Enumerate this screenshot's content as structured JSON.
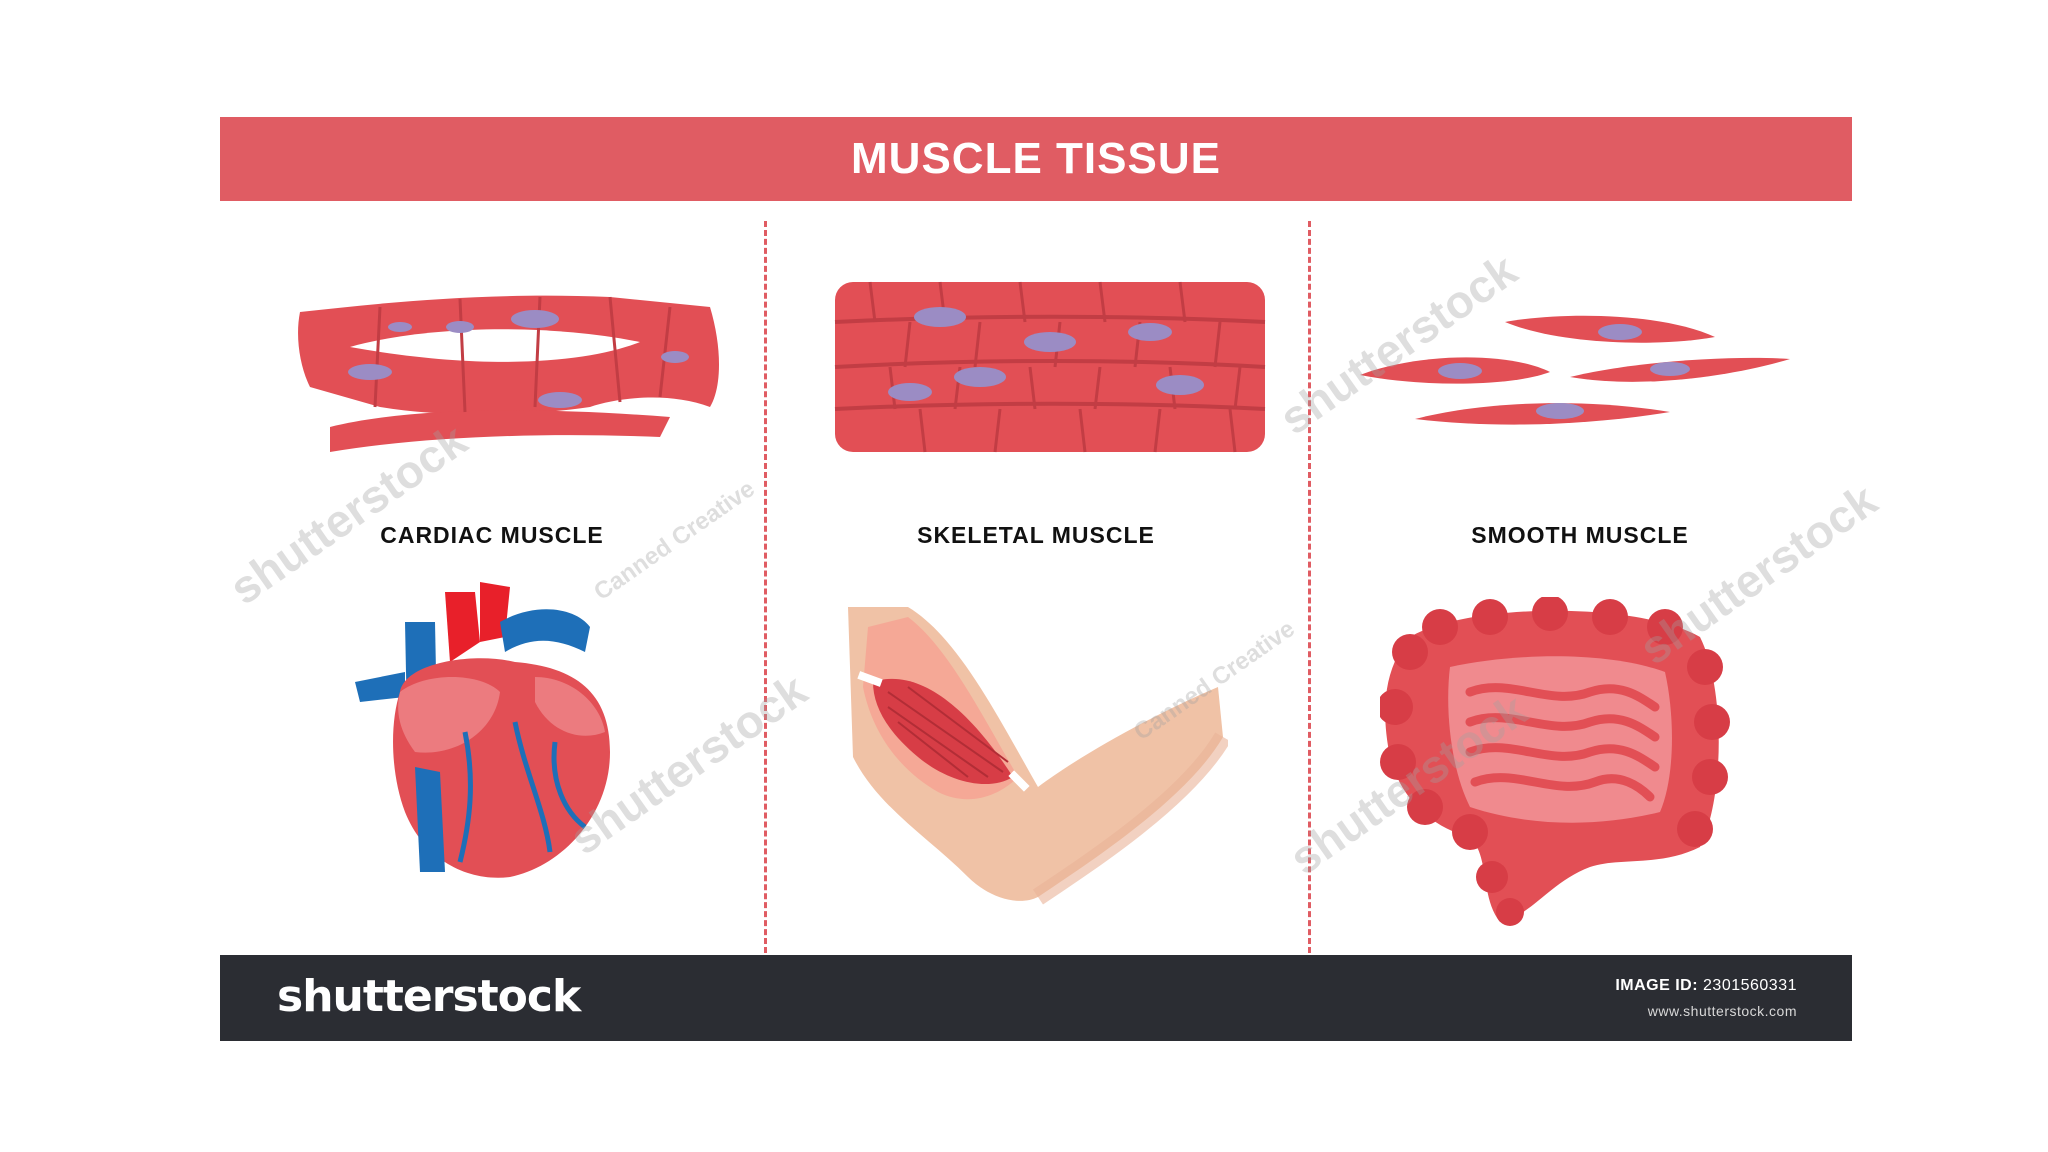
{
  "title": "MUSCLE TISSUE",
  "columns": [
    {
      "label": "CARDIAC MUSCLE",
      "icon": "cardiac-muscle-cells-icon",
      "organ": "heart-icon"
    },
    {
      "label": "SKELETAL MUSCLE",
      "icon": "skeletal-muscle-fibers-icon",
      "organ": "arm-muscle-icon"
    },
    {
      "label": "SMOOTH MUSCLE",
      "icon": "smooth-muscle-cells-icon",
      "organ": "intestine-icon"
    }
  ],
  "footer": {
    "logo": "shutterstock",
    "image_id_label": "IMAGE ID:",
    "image_id": "2301560331",
    "url": "www.shutterstock.com"
  },
  "watermarks": {
    "brand": "shutterstock",
    "author": "Canned Creative"
  },
  "colors": {
    "accent": "#e05c63",
    "muscle": "#e24f55",
    "nucleus": "#9b8cc4",
    "footer": "#2b2d33"
  }
}
